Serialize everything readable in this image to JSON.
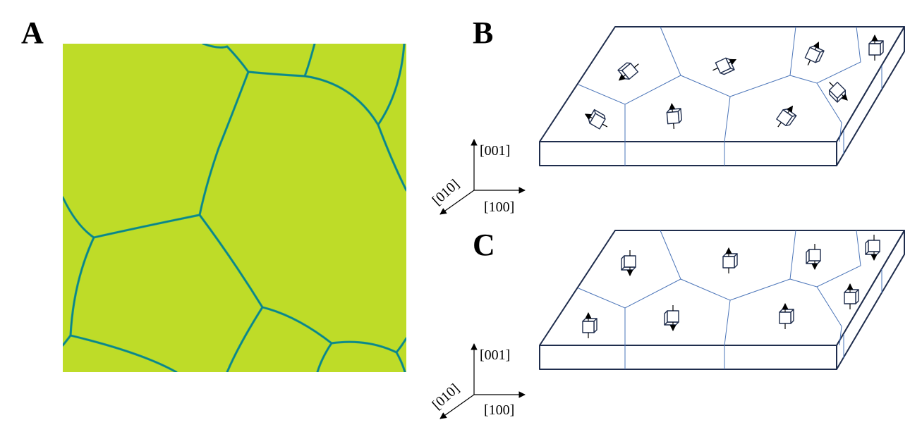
{
  "panels": {
    "a": {
      "label": "A"
    },
    "b": {
      "label": "B"
    },
    "c": {
      "label": "C"
    }
  },
  "axes": {
    "z_label": "[001]",
    "y_label": "[010]",
    "x_label": "[100]"
  },
  "colors": {
    "grain_fill": "#bedc28",
    "grain_boundary": "#1a9a8a",
    "slab_line": "#1f2d4d",
    "slab_boundary": "#4a74b8"
  },
  "grains_in_plan": 8,
  "panel_b_orientations_deg": [
    205,
    30,
    70,
    95,
    160,
    80,
    60,
    -35
  ],
  "panel_c_polarization": [
    "down",
    "up",
    "down",
    "down",
    "up",
    "down",
    "up",
    "up"
  ]
}
